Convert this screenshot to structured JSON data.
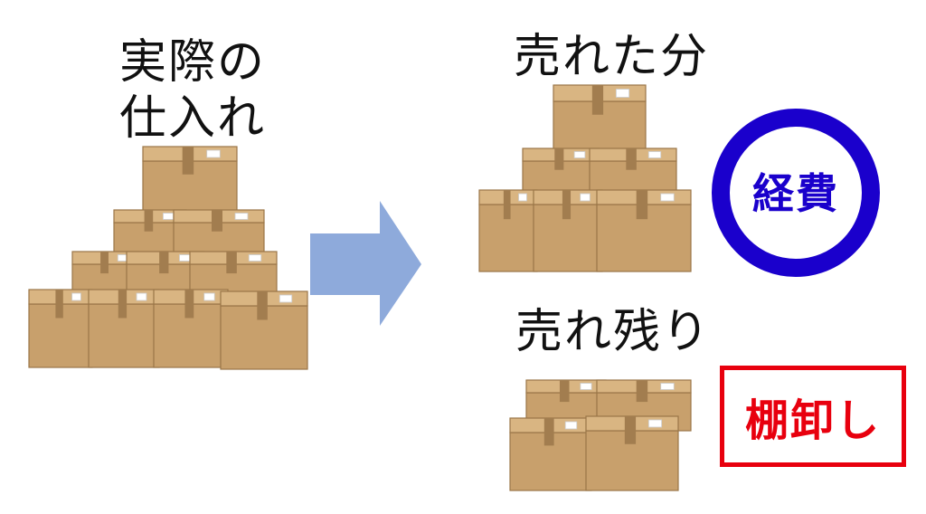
{
  "labels": {
    "purchase_line1": "実際の",
    "purchase_line2": "仕入れ",
    "sold": "売れた分",
    "unsold": "売れ残り"
  },
  "badges": {
    "expense": "経費",
    "inventory": "棚卸し"
  },
  "colors": {
    "box_side": "#c8a06c",
    "box_top": "#d9b582",
    "tape": "#a27d4f",
    "arrow": "#8eaadb",
    "expense_ring": "#1a00cc",
    "inventory_frame": "#e8000e"
  },
  "icons": [
    "cardboard-box-icon",
    "right-arrow-icon",
    "ring-icon"
  ]
}
